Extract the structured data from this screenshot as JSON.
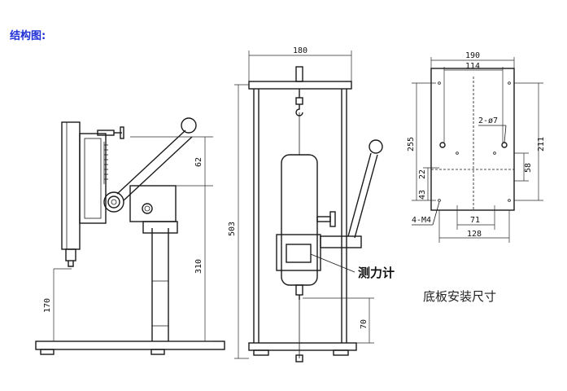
{
  "heading": "结构图:",
  "side_view": {
    "dims": {
      "d62": "62",
      "d310": "310",
      "d170": "170"
    }
  },
  "front_view": {
    "dims": {
      "d180": "180",
      "d503": "503",
      "d70": "70"
    },
    "callout": "测力计"
  },
  "base_view": {
    "dims": {
      "d190": "190",
      "d114": "114",
      "d255": "255",
      "d211": "211",
      "d58": "58",
      "d22": "22",
      "d43": "43",
      "d71": "71",
      "d128": "128"
    },
    "hole_a": "2-ø7",
    "hole_b": "4-M4",
    "caption": "底板安装尺寸"
  },
  "colors": {
    "heading": "#1f2fd6",
    "line": "#1a1a1a"
  }
}
